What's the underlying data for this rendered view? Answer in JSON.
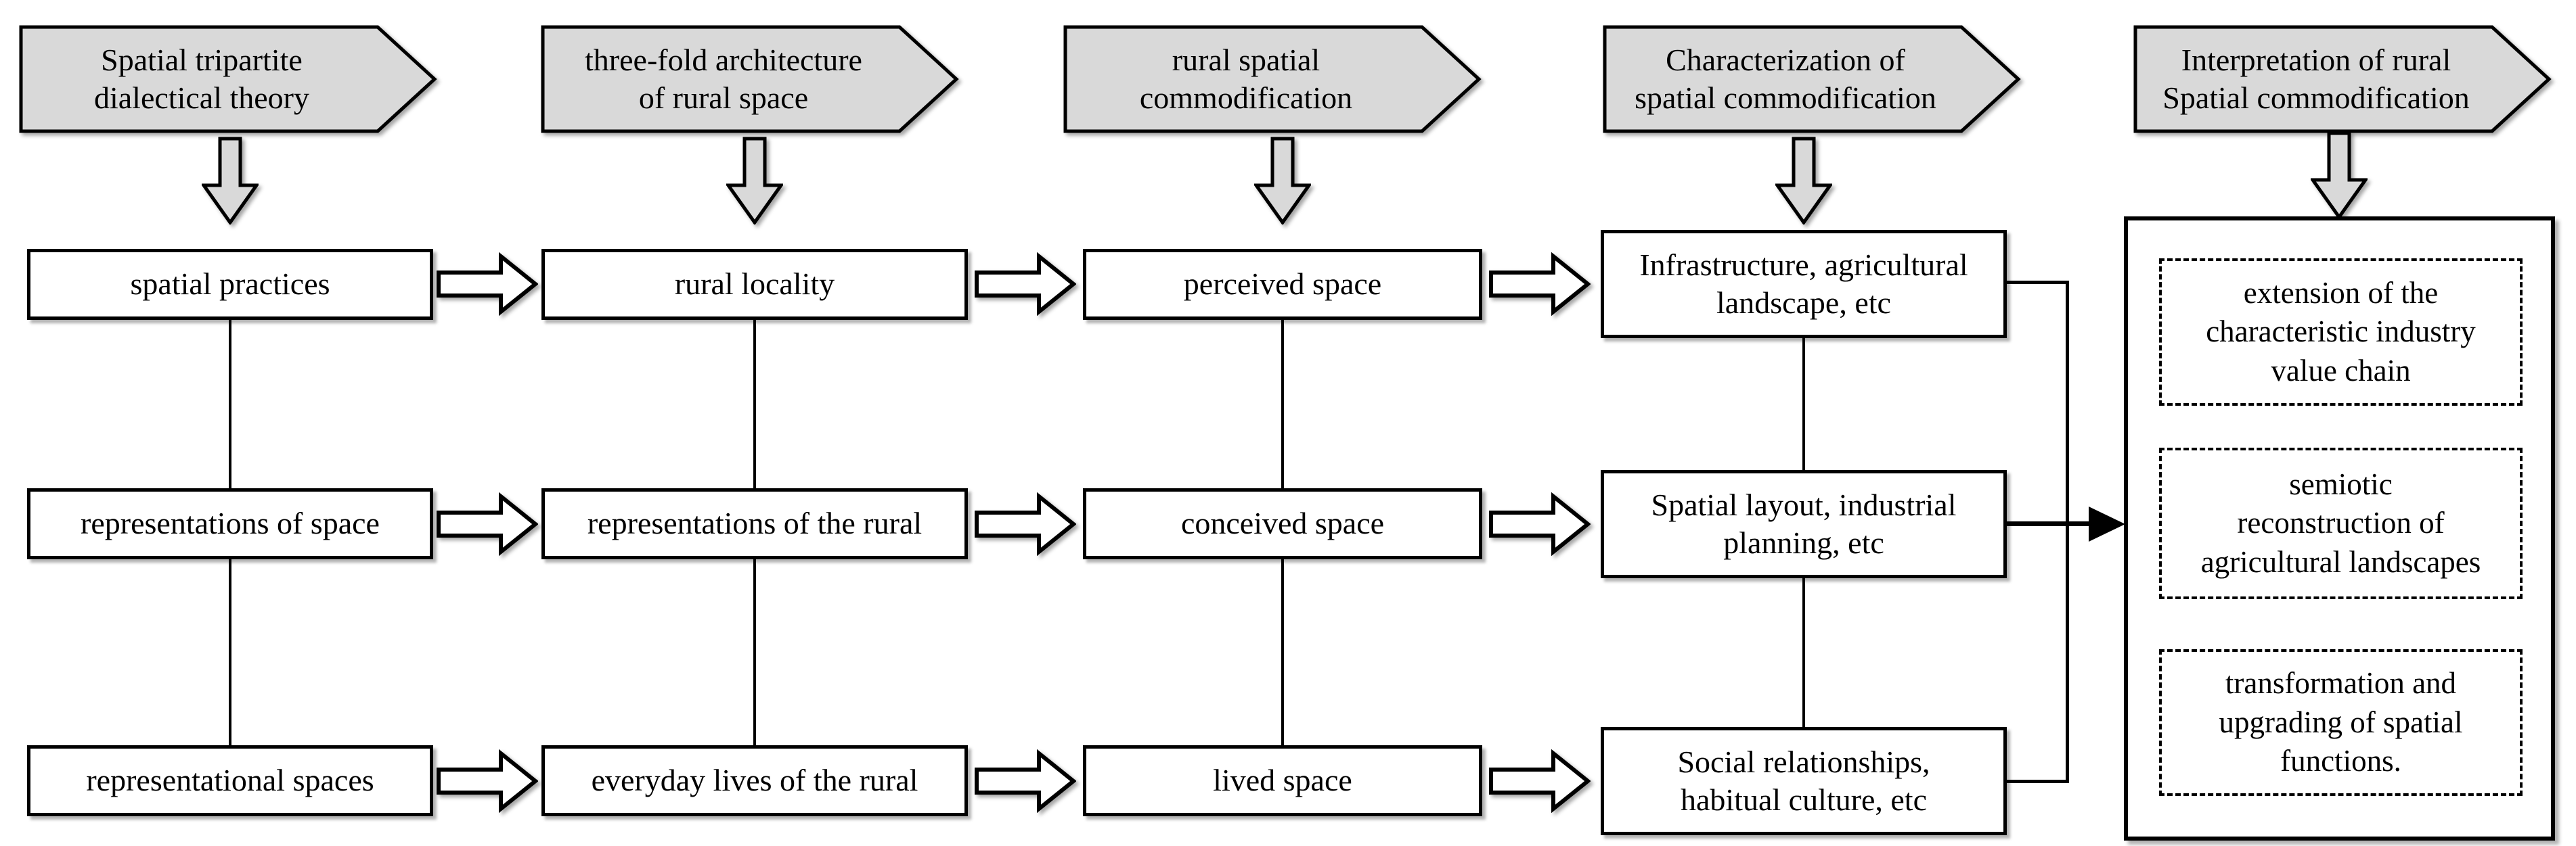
{
  "figure": {
    "headers": [
      {
        "lines": [
          "Spatial tripartite",
          "dialectical theory"
        ]
      },
      {
        "lines": [
          "three-fold architecture",
          "of rural space"
        ]
      },
      {
        "lines": [
          "rural spatial",
          "commodification"
        ]
      },
      {
        "lines": [
          "Characterization of",
          "spatial commodification"
        ]
      },
      {
        "lines": [
          "Interpretation of rural",
          "Spatial commodification"
        ]
      }
    ],
    "cells": {
      "r1c1": "spatial practices",
      "r1c2": "rural locality",
      "r1c3": "perceived space",
      "r1c4": [
        "Infrastructure, agricultural",
        "landscape, etc"
      ],
      "r2c1": "representations of space",
      "r2c2": "representations of the rural",
      "r2c3": "conceived space",
      "r2c4": [
        "Spatial layout, industrial",
        "planning, etc"
      ],
      "r3c1": "representational spaces",
      "r3c2": "everyday lives of the rural",
      "r3c3": "lived space",
      "r3c4": [
        "Social relationships,",
        "habitual culture, etc"
      ]
    },
    "outcomes": [
      {
        "lines": [
          "extension of the",
          "characteristic industry",
          "value chain"
        ]
      },
      {
        "lines": [
          "semiotic",
          "reconstruction of",
          "agricultural landscapes"
        ]
      },
      {
        "lines": [
          "transformation and",
          "upgrading of spatial",
          "functions."
        ]
      }
    ],
    "colors": {
      "header_fill": "#d9d9d9",
      "box_fill": "#ffffff",
      "border": "#000000"
    }
  }
}
